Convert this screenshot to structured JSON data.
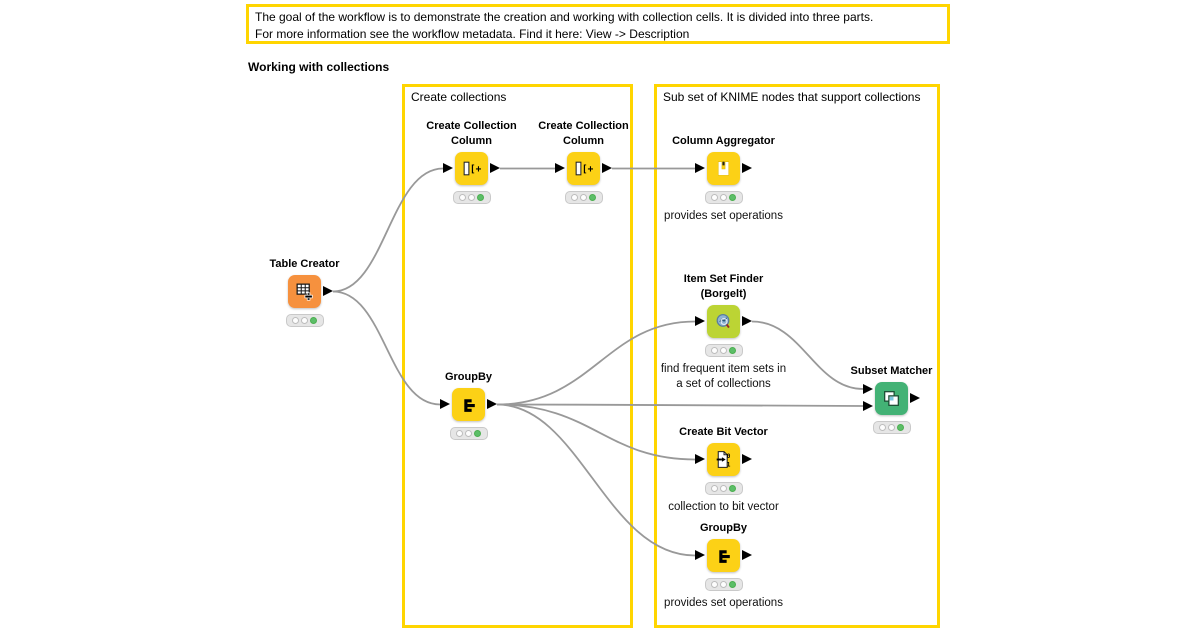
{
  "annotation": {
    "lines": [
      "The goal of the workflow is to demonstrate the creation and working with collection cells. It is divided into three parts.",
      "For more information see the workflow metadata. Find it here: View -> Description"
    ]
  },
  "section_label": "Working with collections",
  "groups": [
    {
      "title": "Create collections"
    },
    {
      "title": "Sub set of KNIME nodes that support collections"
    }
  ],
  "nodes": [
    {
      "label": "Table Creator",
      "caption": ""
    },
    {
      "label": "Create Collection Column",
      "caption": ""
    },
    {
      "label": "Create Collection Column",
      "caption": ""
    },
    {
      "label": "Column Aggregator",
      "caption": "provides set operations"
    },
    {
      "label": "Item Set Finder (Borgelt)",
      "caption": "find frequent item sets in a set of collections"
    },
    {
      "label": "GroupBy",
      "caption": ""
    },
    {
      "label": "Subset Matcher",
      "caption": ""
    },
    {
      "label": "Create Bit Vector",
      "caption": "collection to bit vector"
    },
    {
      "label": "GroupBy",
      "caption": "provides set operations"
    }
  ],
  "colors": {
    "annotation_border": "#FFD500",
    "node_yellow": "#FCD116",
    "node_orange": "#F6913E",
    "node_lime": "#BCD434",
    "node_green": "#43B275",
    "connection_gray": "#999999",
    "status_green": "#5CBE68"
  }
}
